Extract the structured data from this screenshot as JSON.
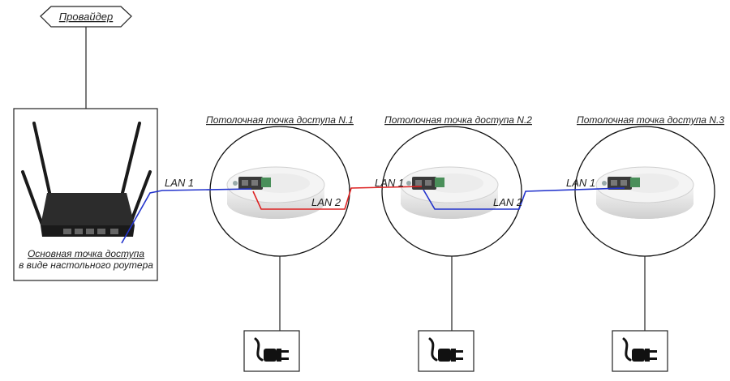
{
  "provider": {
    "label": "Провайдер"
  },
  "router": {
    "caption_line1": "Основная точка доступа",
    "caption_line2": "в виде настольного роутера"
  },
  "access_points": [
    {
      "title": "Потолочная точка доступа N.1"
    },
    {
      "title": "Потолочная точка доступа N.2"
    },
    {
      "title": "Потолочная точка доступа N.3"
    }
  ],
  "links": {
    "lan1": "LAN 1",
    "lan2": "LAN 2"
  },
  "power": {
    "icon": "power-plug-icon"
  },
  "colors": {
    "lan1_cable": "#2233cc",
    "lan2_cable": "#dd2222",
    "line": "#222222",
    "device_body": "#e6e6e6"
  }
}
